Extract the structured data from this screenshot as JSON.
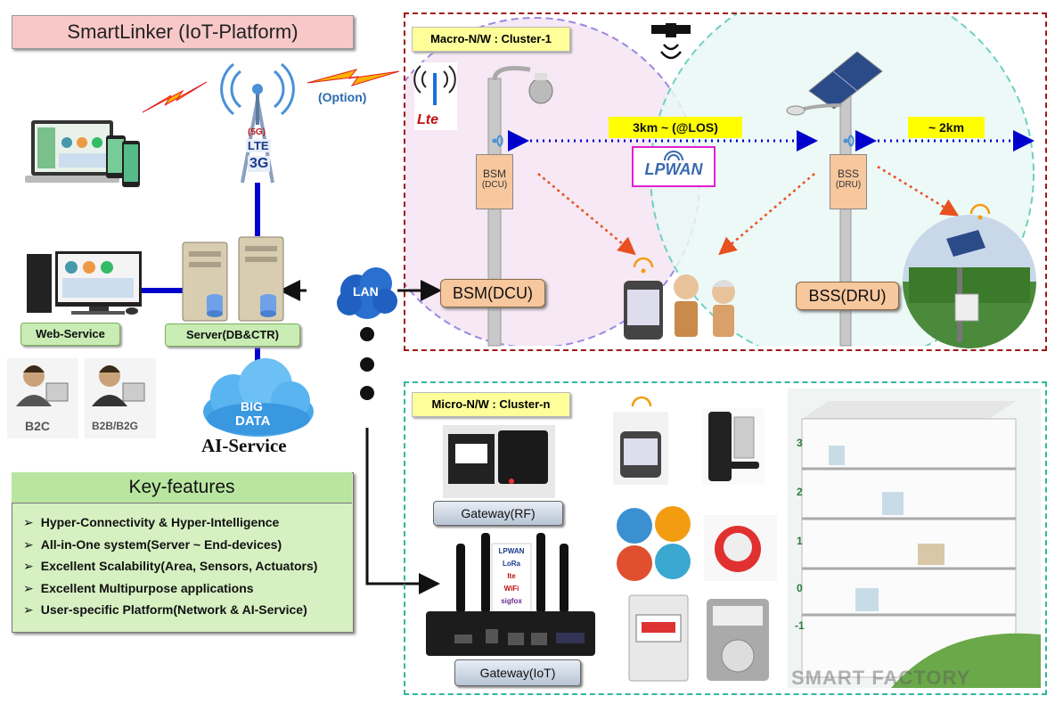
{
  "title": "SmartLinker (IoT-Platform)",
  "left": {
    "option_label": "(Option)",
    "tower_badges": [
      "(5G)",
      "LTE",
      "3G"
    ],
    "web_service": "Web-Service",
    "server": "Server(DB&CTR)",
    "b2c": "B2C",
    "b2b": "B2B/B2G",
    "big_data": [
      "BIG",
      "DATA"
    ],
    "ai_service": "AI-Service",
    "lan": "LAN"
  },
  "key_features": {
    "title": "Key-features",
    "items": [
      "Hyper-Connectivity  & Hyper-Intelligence",
      "All-in-One system(Server  ~ End-devices)",
      "Excellent Scalability(Area, Sensors, Actuators)",
      "Excellent  Multipurpose applications",
      "User-specific Platform(Network & AI-Service)"
    ]
  },
  "macro": {
    "label": "Macro-N/W : Cluster-1",
    "lte": "Lte",
    "range_los": "3km  ~ (@LOS)",
    "range_2km": "~ 2km",
    "lpwan": "LPWAN",
    "bsm_box": "BSM",
    "bsm_sub": "(DCU)",
    "bss_box": "BSS",
    "bss_sub": "(DRU)",
    "bsm_label": "BSM(DCU)",
    "bss_label": "BSS(DRU)"
  },
  "micro": {
    "label": "Micro-N/W : Cluster-n",
    "gateway_rf": "Gateway(RF)",
    "gateway_iot": "Gateway(IoT)",
    "gw_badges": [
      "LPWAN",
      "LoRa",
      "lte",
      "WiFi",
      "sigfox"
    ],
    "floors": [
      "3",
      "2",
      "1",
      "0",
      "-1"
    ],
    "factory_watermark": "SMART FACTORY"
  },
  "colors": {
    "macro_frame": "#a01818",
    "micro_frame": "#30b89a",
    "link_blue": "#0000cc",
    "orange_dots": "#e85020"
  }
}
